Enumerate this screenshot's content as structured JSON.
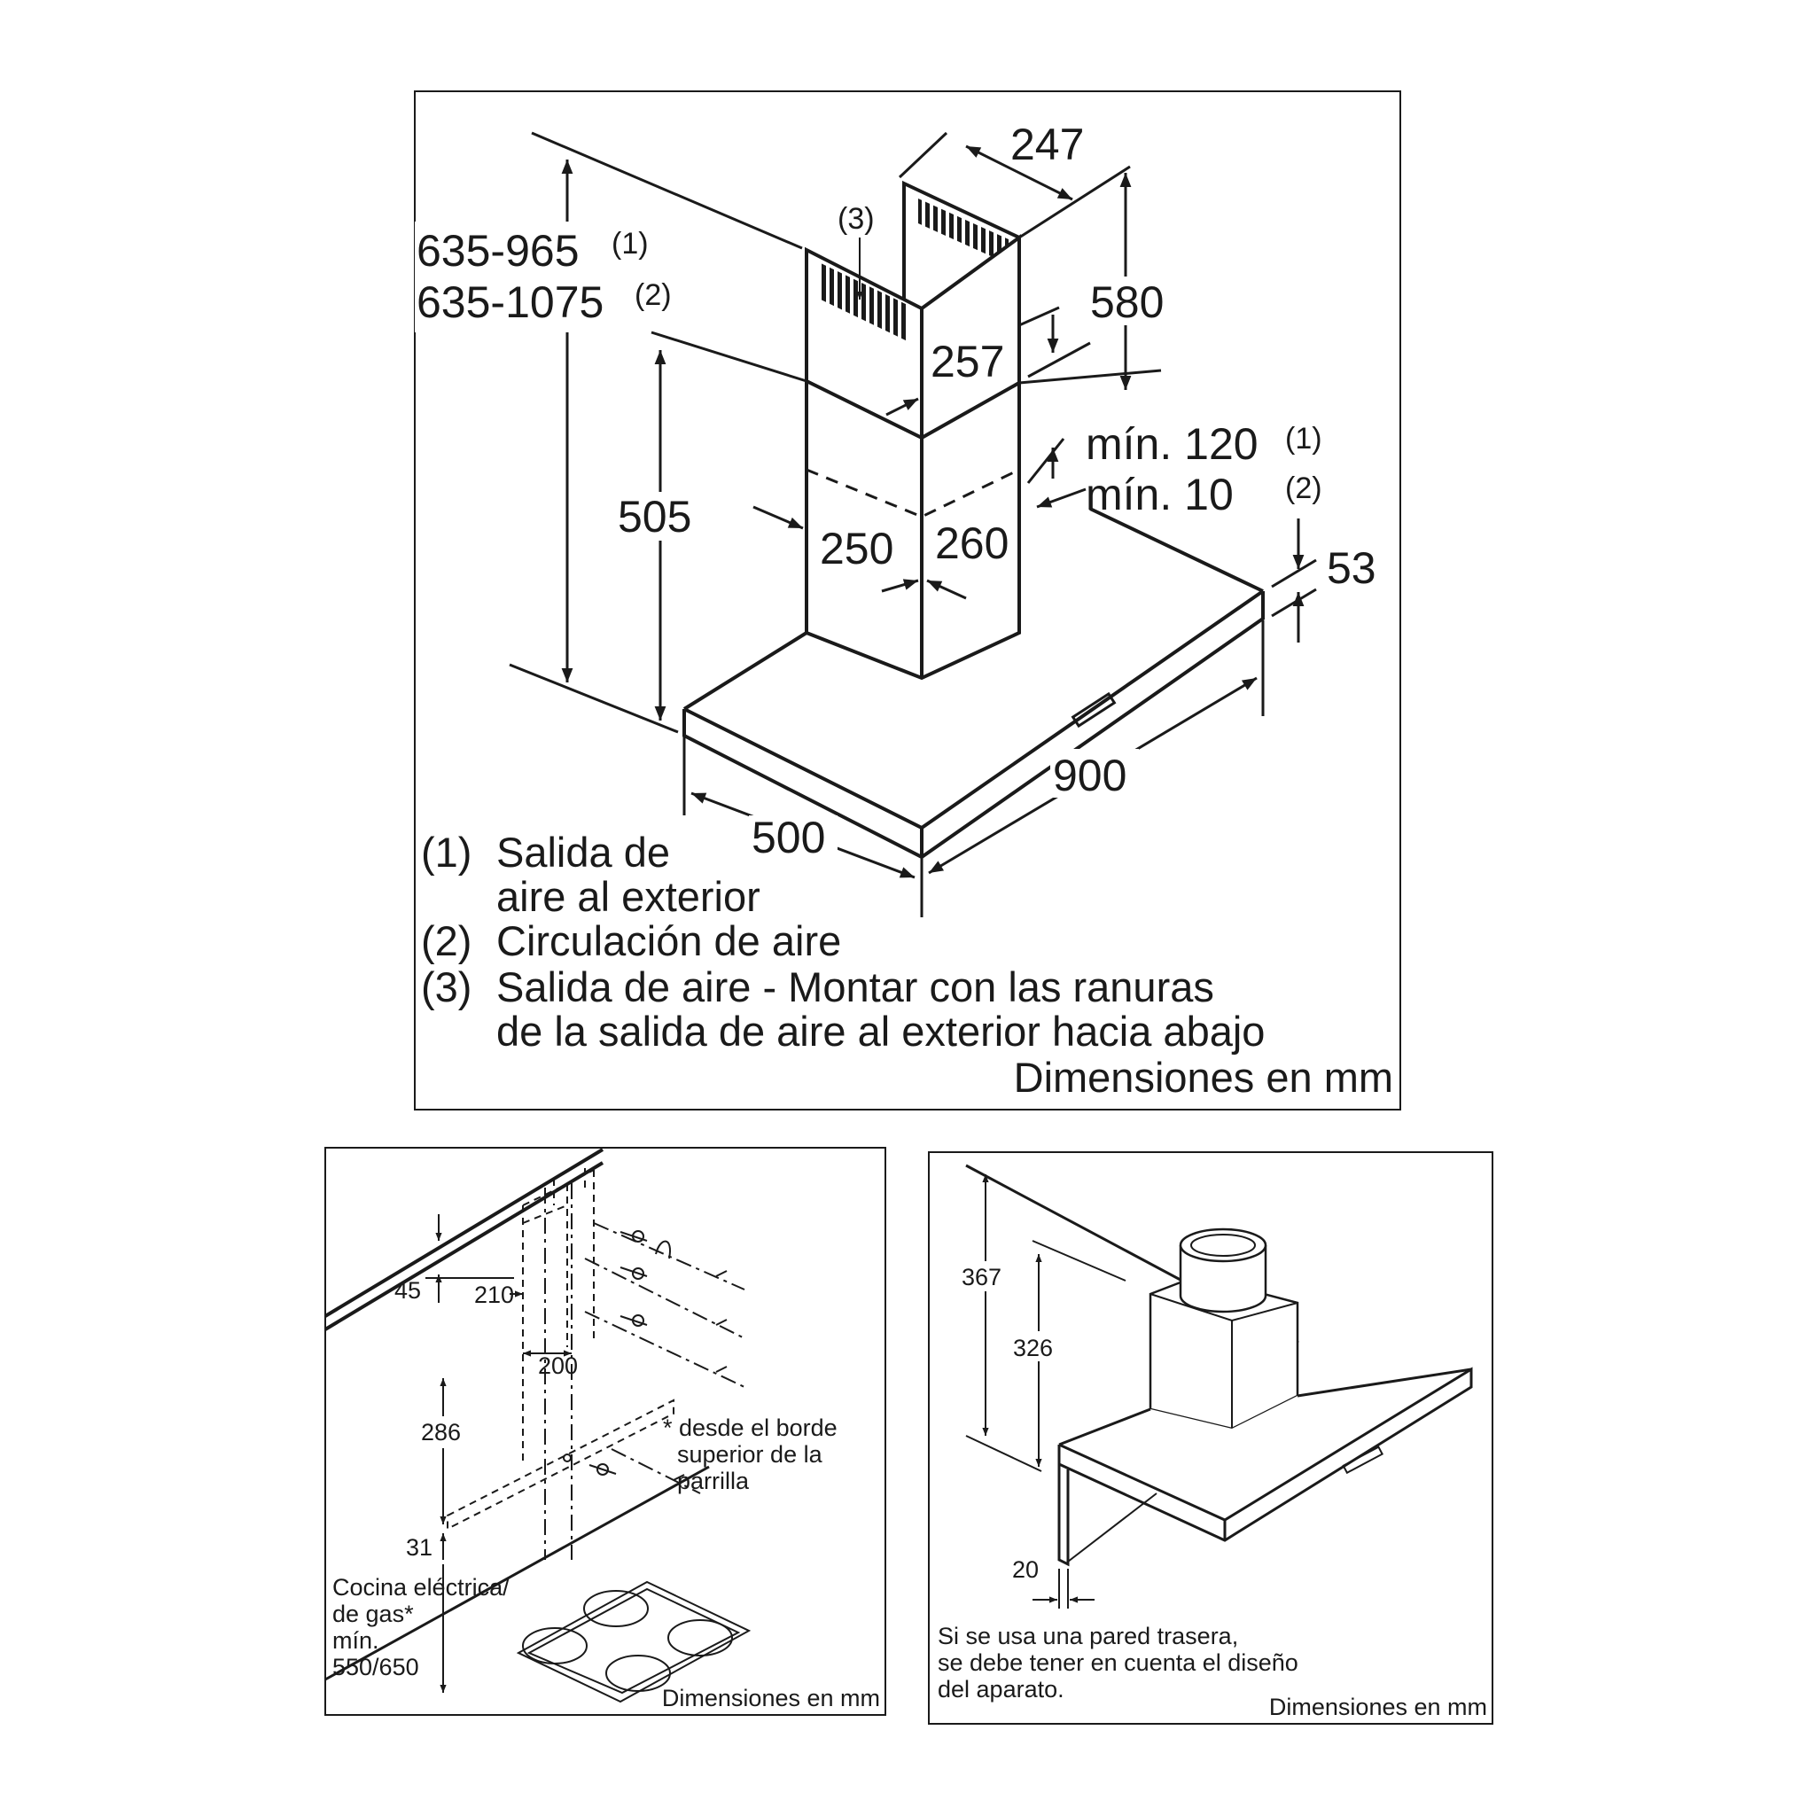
{
  "top_panel": {
    "height_total": {
      "line1": "635-965",
      "mark1": "(1)",
      "line2": "635-1075",
      "mark2": "(2)"
    },
    "dim_505": "505",
    "dim_250": "250",
    "dim_260": "260",
    "dim_257": "257",
    "dim_247": "247",
    "dim_580": "580",
    "mark_3": "(3)",
    "min_1": {
      "text": "mín. 120",
      "mark": "(1)"
    },
    "min_2": {
      "text": "mín. 10",
      "mark": "(2)"
    },
    "dim_53": "53",
    "dim_900": "900",
    "dim_500": "500",
    "legend": {
      "item1_num": "(1)",
      "item1_line1": "Salida de",
      "item1_line2": "aire al exterior",
      "item2_num": "(2)",
      "item2_text": "Circulación de aire",
      "item3_num": "(3)",
      "item3_line1": "Salida de aire - Montar con las ranuras",
      "item3_line2": "de la salida de aire al exterior hacia abajo"
    },
    "units": "Dimensiones en mm"
  },
  "bottom_left": {
    "dim_45": "45",
    "dim_210": "210",
    "dim_200": "200",
    "dim_286": "286",
    "dim_31": "31",
    "note": {
      "line1": "* desde el borde",
      "line2": "superior de la",
      "line3": "parrilla"
    },
    "cooktop": {
      "line1": "Cocina eléctrica/",
      "line2": "de gas*",
      "line3": "mín.",
      "line4": "550/650"
    },
    "units": "Dimensiones en mm"
  },
  "bottom_right": {
    "dim_367": "367",
    "dim_326": "326",
    "dim_20": "20",
    "note": {
      "line1": "Si se usa una pared trasera,",
      "line2": "se debe tener en cuenta el diseño",
      "line3": "del aparato."
    },
    "units": "Dimensiones en mm"
  }
}
